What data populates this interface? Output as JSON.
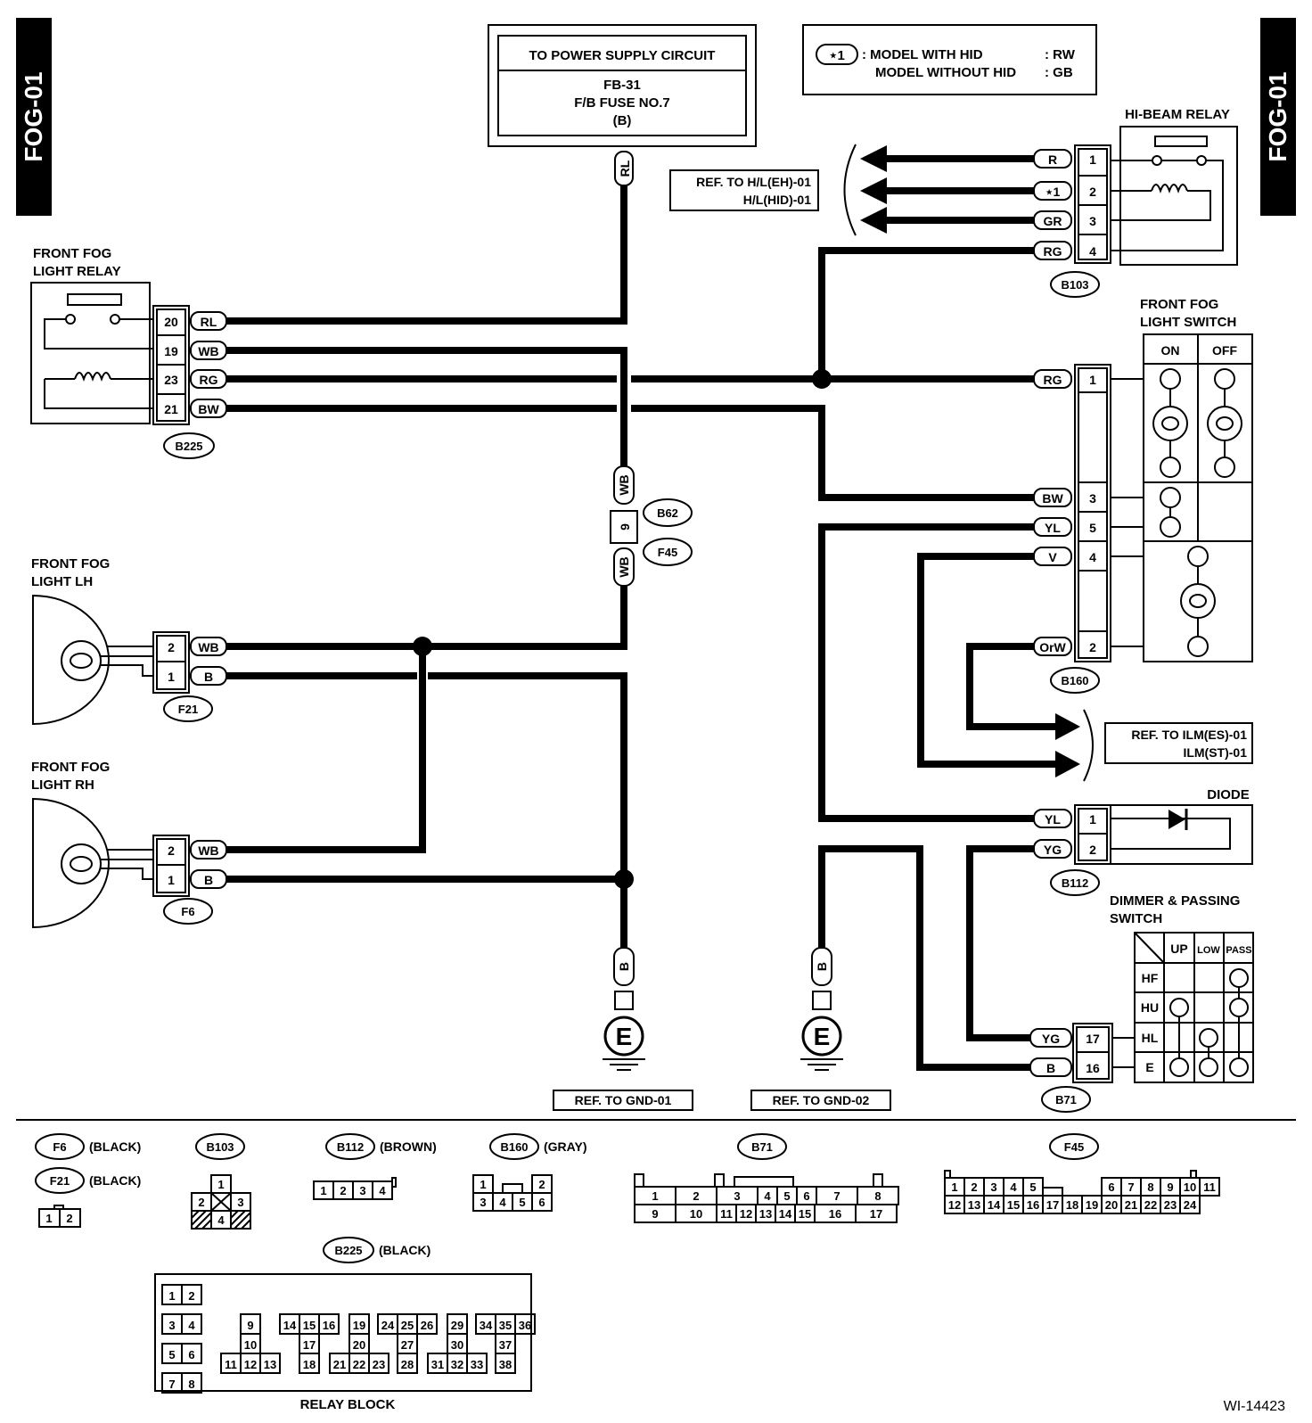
{
  "page": {
    "tab_left": "FOG-01",
    "tab_right": "FOG-01",
    "drawing_id": "WI-14423"
  },
  "power_box": {
    "title": "TO POWER SUPPLY CIRCUIT",
    "lines": [
      "FB-31",
      "F/B FUSE NO.7",
      "(B)"
    ]
  },
  "legend": {
    "symbol": "⋆1",
    "row1_label": ": MODEL WITH HID",
    "row1_value": ": RW",
    "row2_label": "MODEL WITHOUT HID",
    "row2_value": ": GB"
  },
  "components": {
    "front_fog_relay": "FRONT FOG\nLIGHT RELAY",
    "front_fog_lh": "FRONT FOG\nLIGHT LH",
    "front_fog_rh": "FRONT FOG\nLIGHT RH",
    "hi_beam_relay": "HI-BEAM RELAY",
    "front_fog_switch": "FRONT FOG\nLIGHT SWITCH",
    "diode": "DIODE",
    "dimmer_switch": "DIMMER & PASSING\nSWITCH"
  },
  "references": {
    "hl": [
      "REF. TO H/L(EH)-01",
      "H/L(HID)-01"
    ],
    "ilm": [
      "REF. TO ILM(ES)-01",
      "ILM(ST)-01"
    ],
    "gnd1": "REF. TO GND-01",
    "gnd2": "REF. TO GND-02"
  },
  "connectors": {
    "b225": {
      "id": "B225",
      "pins": [
        {
          "pin": "20",
          "wire": "RL"
        },
        {
          "pin": "19",
          "wire": "WB"
        },
        {
          "pin": "23",
          "wire": "RG"
        },
        {
          "pin": "21",
          "wire": "BW"
        }
      ]
    },
    "f21": {
      "id": "F21",
      "pins": [
        {
          "pin": "2",
          "wire": "WB"
        },
        {
          "pin": "1",
          "wire": "B"
        }
      ]
    },
    "f6": {
      "id": "F6",
      "pins": [
        {
          "pin": "2",
          "wire": "WB"
        },
        {
          "pin": "1",
          "wire": "B"
        }
      ]
    },
    "b103": {
      "id": "B103",
      "pins": [
        {
          "pin": "1",
          "wire": "R"
        },
        {
          "pin": "2",
          "wire": "⋆1"
        },
        {
          "pin": "3",
          "wire": "GR"
        },
        {
          "pin": "4",
          "wire": "RG"
        }
      ]
    },
    "b160": {
      "id": "B160",
      "pins": [
        {
          "pin": "1",
          "wire": "RG"
        },
        {
          "pin": "3",
          "wire": "BW"
        },
        {
          "pin": "5",
          "wire": "YL"
        },
        {
          "pin": "4",
          "wire": "V"
        },
        {
          "pin": "2",
          "wire": "OrW"
        }
      ]
    },
    "b112": {
      "id": "B112",
      "pins": [
        {
          "pin": "1",
          "wire": "YL"
        },
        {
          "pin": "2",
          "wire": "YG"
        }
      ]
    },
    "b71": {
      "id": "B71",
      "pins": [
        {
          "pin": "17",
          "wire": "YG"
        },
        {
          "pin": "16",
          "wire": "B"
        }
      ]
    },
    "b62": {
      "id": "B62"
    },
    "f45": {
      "id": "F45"
    },
    "b62_pin": "9",
    "b62_wire_top": "WB",
    "b62_wire_bottom": "WB",
    "power_wire": "RL",
    "ground_wire_1": "B",
    "ground_wire_2": "B",
    "ground_symbol": "E"
  },
  "fog_switch_table": {
    "headers": [
      "ON",
      "OFF"
    ]
  },
  "dimmer_table": {
    "headers": [
      "UP",
      "LOW",
      "PASS"
    ],
    "rows": [
      "HF",
      "HU",
      "HL",
      "E"
    ]
  },
  "connector_views": {
    "f6": {
      "id": "F6",
      "color": "(BLACK)"
    },
    "f21": {
      "id": "F21",
      "color": "(BLACK)",
      "pins": [
        "1",
        "2"
      ]
    },
    "b103": {
      "id": "B103",
      "pins": [
        "1",
        "2",
        "3",
        "4"
      ]
    },
    "b112": {
      "id": "B112",
      "color": "(BROWN)",
      "pins": [
        "1",
        "2",
        "3",
        "4"
      ]
    },
    "b160": {
      "id": "B160",
      "color": "(GRAY)",
      "top": [
        "1",
        "2"
      ],
      "bottom": [
        "3",
        "4",
        "5",
        "6"
      ]
    },
    "b71": {
      "id": "B71",
      "top": [
        "1",
        "2",
        "3",
        "4",
        "5",
        "6",
        "7",
        "8"
      ],
      "bottom": [
        "9",
        "10",
        "11",
        "12",
        "13",
        "14",
        "15",
        "16",
        "17"
      ]
    },
    "f45": {
      "id": "F45",
      "top": [
        "1",
        "2",
        "3",
        "4",
        "5",
        "6",
        "7",
        "8",
        "9",
        "10",
        "11"
      ],
      "bottom": [
        "12",
        "13",
        "14",
        "15",
        "16",
        "17",
        "18",
        "19",
        "20",
        "21",
        "22",
        "23",
        "24"
      ]
    },
    "b225": {
      "id": "B225",
      "color": "(BLACK)",
      "caption": "RELAY BLOCK",
      "cells": [
        "1",
        "2",
        "3",
        "4",
        "5",
        "6",
        "7",
        "8",
        "9",
        "10",
        "11",
        "12",
        "13",
        "14",
        "15",
        "16",
        "17",
        "18",
        "19",
        "20",
        "21",
        "22",
        "23",
        "24",
        "25",
        "26",
        "27",
        "28",
        "29",
        "30",
        "31",
        "32",
        "33",
        "34",
        "35",
        "36",
        "37",
        "38"
      ]
    }
  }
}
